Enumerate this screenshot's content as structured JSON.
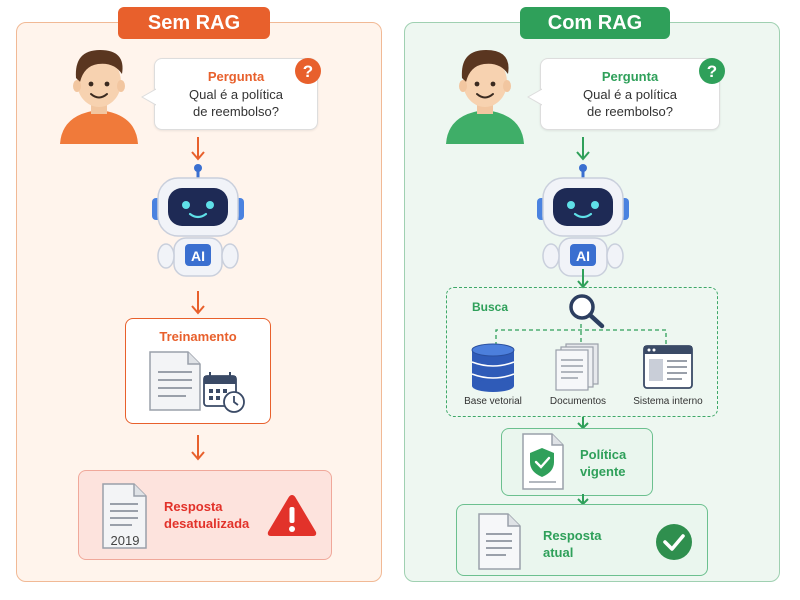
{
  "left": {
    "title": "Sem RAG",
    "question_title": "Pergunta",
    "question_lines": [
      "Qual é a política",
      "de reembolso?"
    ],
    "question_icon": "question-mark-icon",
    "robot_badge": "AI",
    "training_label": "Treinamento",
    "doc_year": "2019",
    "answer_lines": [
      "Resposta",
      "desatualizada"
    ],
    "status_icon": "warning-icon",
    "accent": "#e8602c"
  },
  "right": {
    "title": "Com RAG",
    "question_title": "Pergunta",
    "question_lines": [
      "Qual é a política",
      "de reembolso?"
    ],
    "question_icon": "question-mark-icon",
    "robot_badge": "AI",
    "search_label": "Busca",
    "sources": [
      "Base vetorial",
      "Documentos",
      "Sistema interno"
    ],
    "policy_lines": [
      "Política",
      "vigente"
    ],
    "answer_lines": [
      "Resposta",
      "atual"
    ],
    "status_icon": "check-circle-icon",
    "accent": "#2fa05a"
  }
}
